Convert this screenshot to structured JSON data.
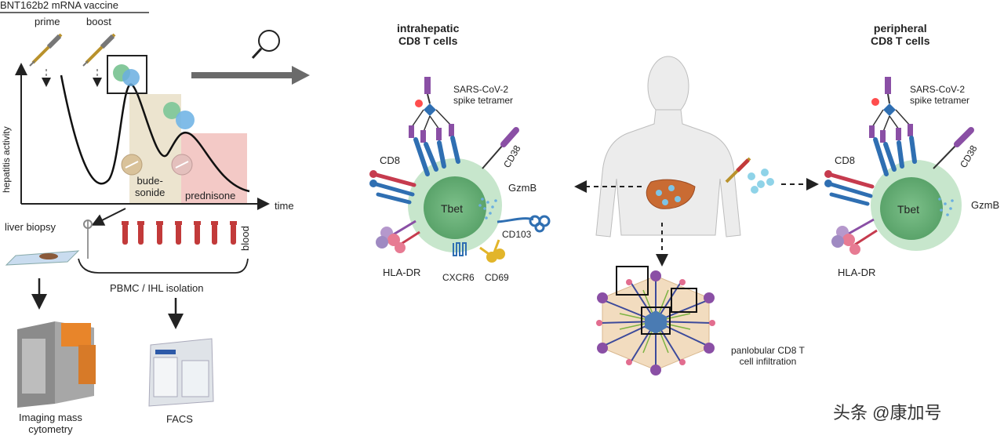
{
  "vaccine": {
    "title": "BNT162b2 mRNA vaccine",
    "prime": "prime",
    "boost": "boost"
  },
  "timeline": {
    "y_axis": "hepatitis activity",
    "x_axis": "time",
    "budesonide": "bude-\nsonide",
    "prednisone": "prednisone"
  },
  "sampling": {
    "liver_biopsy": "liver biopsy",
    "blood": "blood",
    "isolation": "PBMC / IHL isolation",
    "imaging": "Imaging mass\ncytometry",
    "facs": "FACS"
  },
  "intrahepatic": {
    "title": "intrahepatic\nCD8 T cells",
    "tetramer": "SARS-CoV-2\nspike tetramer",
    "cd38": "CD38",
    "cd8": "CD8",
    "tbet": "Tbet",
    "gzmb": "GzmB",
    "cd103": "CD103",
    "hla_dr": "HLA-DR",
    "cxcr6": "CXCR6",
    "cd69": "CD69"
  },
  "peripheral": {
    "title": "peripheral\nCD8 T cells",
    "tetramer": "SARS-CoV-2\nspike tetramer",
    "cd38": "CD38",
    "cd8": "CD8",
    "tbet": "Tbet",
    "gzmb": "GzmB",
    "hla_dr": "HLA-DR"
  },
  "liver": {
    "infiltration": "panlobular CD8 T\ncell infiltration"
  },
  "watermark": "头条 @康加号",
  "colors": {
    "tcell": "#8cc89a",
    "tcell_ring": "#c7e6cc",
    "budesonide_band": "#ece4cf",
    "prednisone_band": "#f3c9c6",
    "arrow": "#555555",
    "purple": "#8a4fa5",
    "blue": "#2f6fb2",
    "red": "#c63b4e"
  }
}
